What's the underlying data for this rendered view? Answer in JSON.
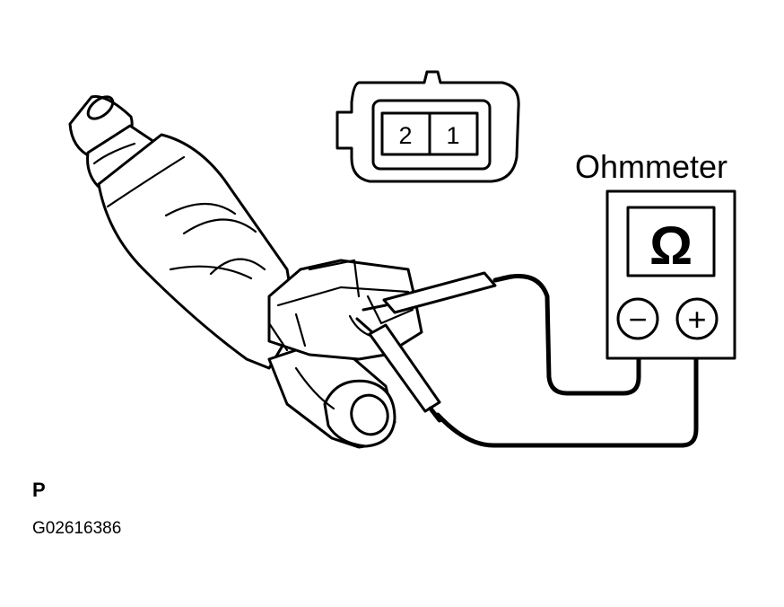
{
  "meter": {
    "label": "Ohmmeter",
    "symbol": "Ω",
    "minus": "−",
    "plus": "+"
  },
  "connector": {
    "terminal_left": "2",
    "terminal_right": "1"
  },
  "footer": {
    "code": "P",
    "figure_id": "G02616386"
  },
  "colors": {
    "ink": "#000000",
    "paper": "#ffffff"
  },
  "icons": {
    "component": "fuel-injector-icon",
    "meter": "ohmmeter-icon"
  }
}
